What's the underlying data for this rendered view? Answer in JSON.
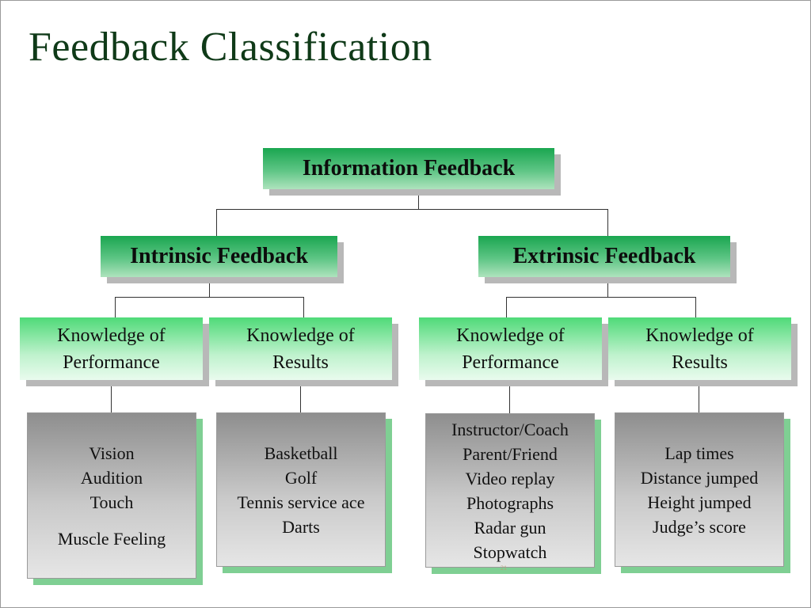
{
  "slide": {
    "title": "Feedback Classification"
  },
  "diagram": {
    "root": "Information Feedback",
    "branches": [
      {
        "label": "Intrinsic Feedback",
        "children": [
          {
            "line1": "Knowledge of",
            "line2": "Performance",
            "examples": [
              "Vision",
              "Audition",
              "Touch",
              "Muscle Feeling"
            ]
          },
          {
            "line1": "Knowledge of",
            "line2": "Results",
            "examples": [
              "Basketball",
              "Golf",
              "Tennis service ace",
              "Darts"
            ]
          }
        ]
      },
      {
        "label": "Extrinsic Feedback",
        "children": [
          {
            "line1": "Knowledge of",
            "line2": "Performance",
            "examples": [
              "Instructor/Coach",
              "Parent/Friend",
              "Video replay",
              "Photographs",
              "Radar gun",
              "Stopwatch"
            ]
          },
          {
            "line1": "Knowledge of",
            "line2": "Results",
            "examples": [
              "Lap times",
              "Distance jumped",
              "Height jumped",
              "Judge’s score"
            ]
          }
        ]
      }
    ],
    "colors": {
      "title": "#0f3a18",
      "header_green": "#1aa650",
      "knowledge_green": "#4fda78",
      "example_gray": "#8e8e8e",
      "shadow_green": "#7fcf93"
    }
  },
  "footer": {
    "slide_number": "21"
  }
}
